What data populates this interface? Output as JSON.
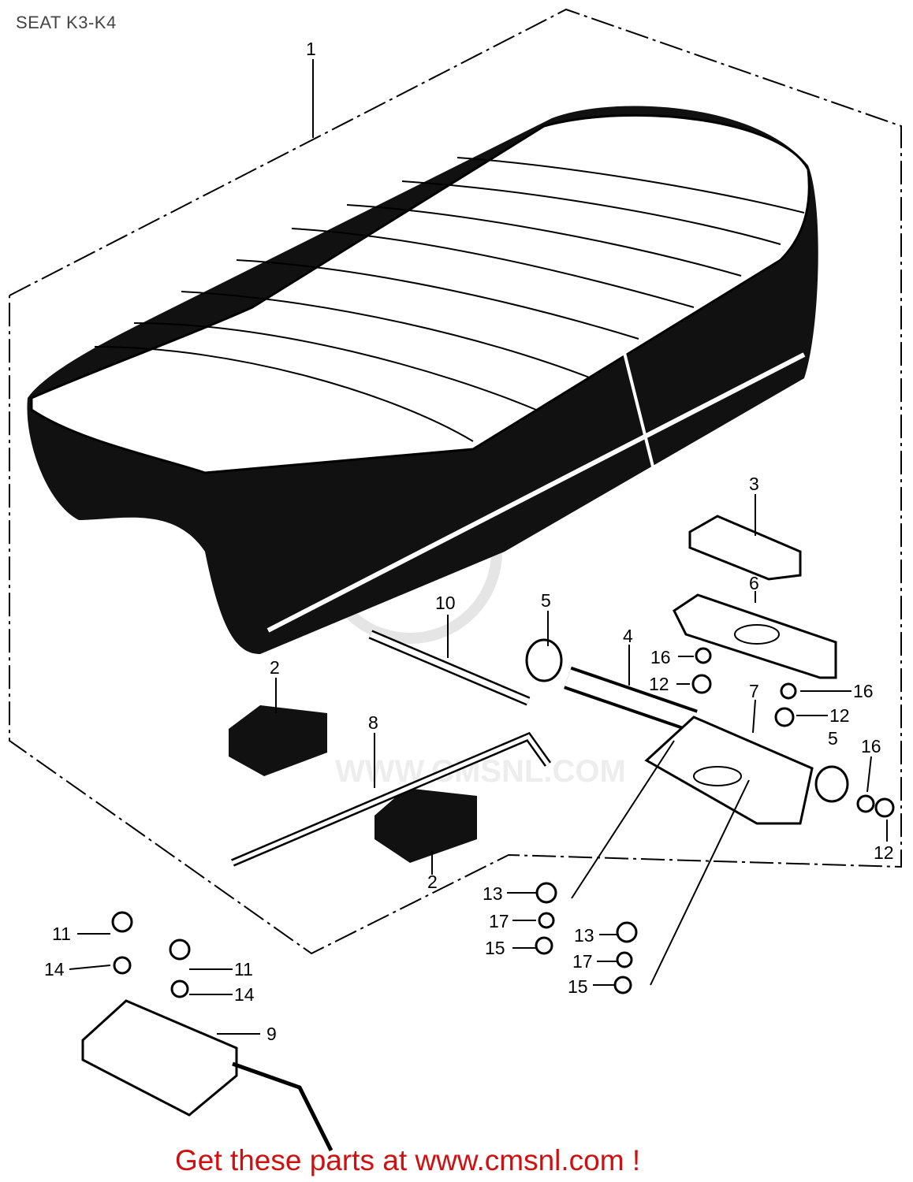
{
  "title": "SEAT K3-K4",
  "diagram": {
    "callouts": [
      "1",
      "2",
      "2",
      "3",
      "4",
      "5",
      "5",
      "6",
      "7",
      "8",
      "9",
      "10",
      "11",
      "11",
      "12",
      "12",
      "12",
      "13",
      "13",
      "14",
      "14",
      "15",
      "15",
      "16",
      "16",
      "16",
      "17",
      "17"
    ],
    "watermark": "WWW.CMSNL.COM"
  },
  "footer": "Get these parts at www.cmsnl.com !",
  "colors": {
    "footer": "#d01010",
    "title": "#444444"
  }
}
